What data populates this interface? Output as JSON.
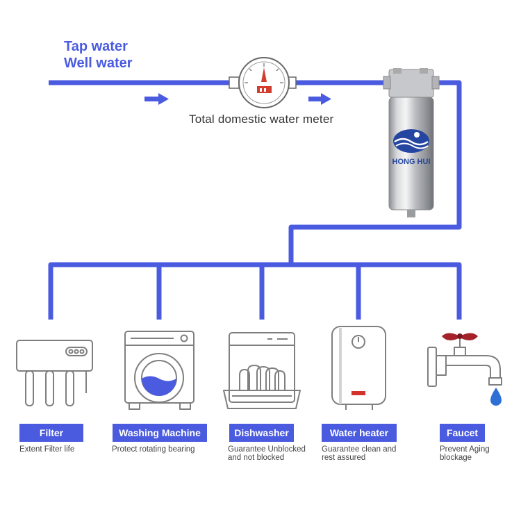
{
  "sources": [
    "Tap water",
    "Well water"
  ],
  "meter_caption": "Total domestic water meter",
  "filter_brand": "HONG HUI",
  "colors": {
    "pipe": "#4a5be0",
    "label_bg": "#4a5be0",
    "line_icon": "#7f7f7f",
    "faucet_handle": "#a4232a",
    "water_drop": "#2e6fd6"
  },
  "appliances": [
    {
      "label": "Filter",
      "icon": "ro-filter-icon",
      "desc": [
        "Extent Filter life"
      ]
    },
    {
      "label": "Washing Machine",
      "icon": "washing-machine-icon",
      "desc": [
        "Protect rotating bearing"
      ]
    },
    {
      "label": "Dishwasher",
      "icon": "dishwasher-icon",
      "desc": [
        "Guarantee Unblocked",
        "and not blocked"
      ]
    },
    {
      "label": "Water heater",
      "icon": "water-heater-icon",
      "desc": [
        "Guarantee clean and",
        "rest assured"
      ]
    },
    {
      "label": "Faucet",
      "icon": "faucet-icon",
      "desc": [
        "Prevent Aging",
        "blockage"
      ]
    }
  ]
}
